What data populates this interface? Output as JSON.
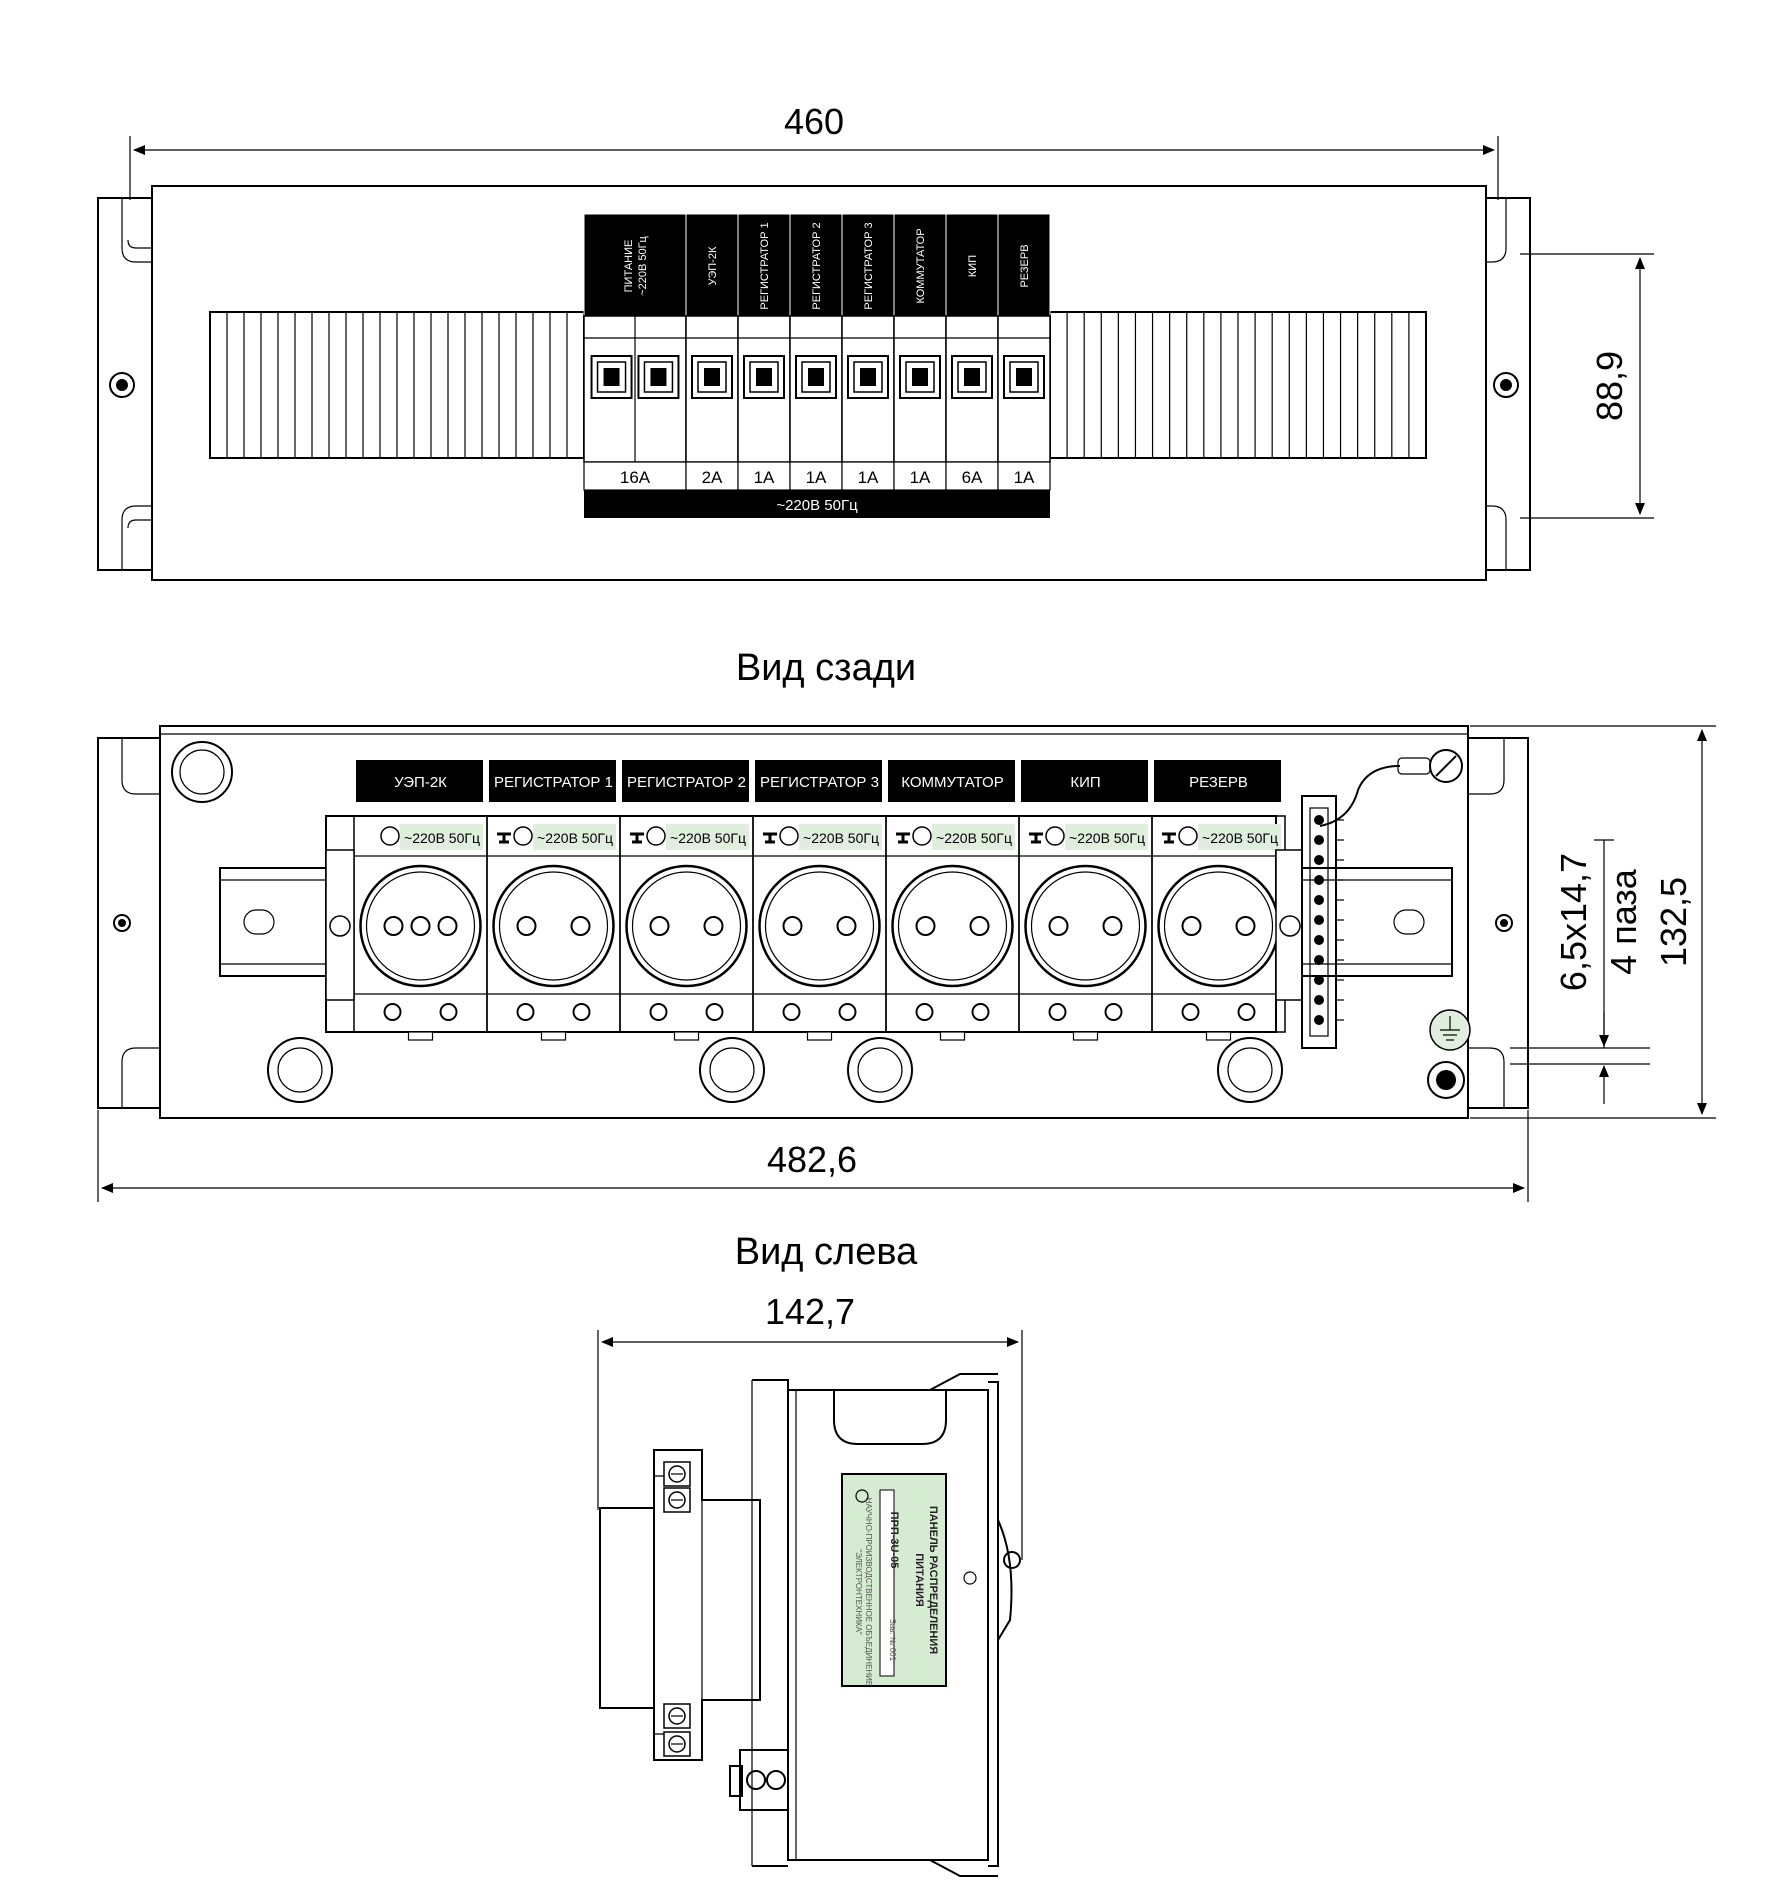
{
  "dimensions": {
    "top_width": "460",
    "top_height": "88,9",
    "rear_width": "482,6",
    "rear_height": "132,5",
    "slots_line1": "6,5х14,7",
    "slots_line2": "4 паза",
    "side_width": "142,7"
  },
  "views": {
    "rear": "Вид сзади",
    "left": "Вид слева"
  },
  "breakers": {
    "labels": [
      [
        "ПИТАНИЕ",
        "~220В 50Гц"
      ],
      [
        "УЭП-2К"
      ],
      [
        "РЕГИСТРАТОР 1"
      ],
      [
        "РЕГИСТРАТОР 2"
      ],
      [
        "РЕГИСТРАТОР 3"
      ],
      [
        "КОММУТАТОР"
      ],
      [
        "КИП"
      ],
      [
        "РЕЗЕРВ"
      ]
    ],
    "ratings": [
      "16А",
      "2А",
      "1А",
      "1А",
      "1А",
      "1А",
      "6А",
      "1А"
    ],
    "supply": "~220В 50Гц"
  },
  "sockets": {
    "labels": [
      "УЭП-2К",
      "РЕГИСТРАТОР 1",
      "РЕГИСТРАТОР 2",
      "РЕГИСТРАТОР 3",
      "КОММУТАТОР",
      "КИП",
      "РЕЗЕРВ"
    ],
    "voltage": "~220В 50Гц"
  },
  "nameplate": {
    "title1": "ПАНЕЛЬ РАСПРЕДЕЛЕНИЯ",
    "title2": "ПИТАНИЯ",
    "model": "ПРП-3U-05",
    "serial": "Зав. № 001",
    "maker1": "НАУЧНО-ПРОИЗВОДСТВЕННОЕ ОБЪЕДИНЕНИЕ",
    "maker2": "\"ЭЛЕКТРОНТЕХНИКА\""
  },
  "colors": {
    "line": "#000000",
    "label_fill": "#000000",
    "socket_label_bg": "#dfeedd",
    "plate_bg": "#d6ecd2"
  }
}
